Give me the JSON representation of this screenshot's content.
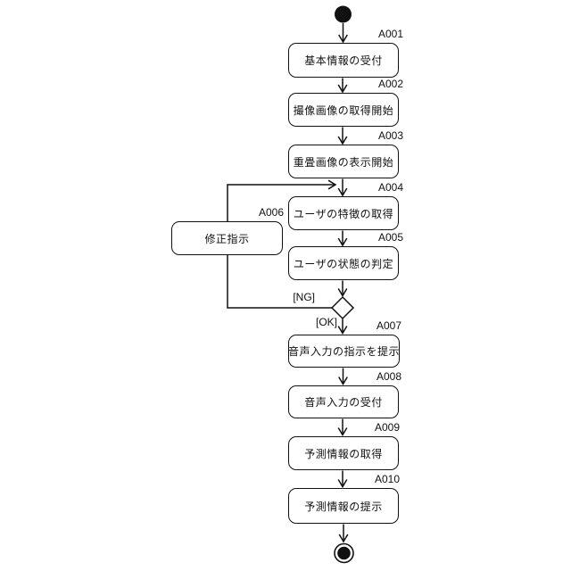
{
  "diagram": {
    "type": "activity-flowchart",
    "colors": {
      "line": "#111111",
      "box_fill": "#ffffff",
      "terminal_fill": "#111111",
      "background": "#ffffff"
    },
    "nodes": [
      {
        "id": "A001",
        "label": "基本情報の受付"
      },
      {
        "id": "A002",
        "label": "撮像画像の取得開始"
      },
      {
        "id": "A003",
        "label": "重畳画像の表示開始"
      },
      {
        "id": "A004",
        "label": "ユーザの特徴の取得"
      },
      {
        "id": "A005",
        "label": "ユーザの状態の判定"
      },
      {
        "id": "A006",
        "label": "修正指示"
      },
      {
        "id": "A007",
        "label": "音声入力の指示を提示"
      },
      {
        "id": "A008",
        "label": "音声入力の受付"
      },
      {
        "id": "A009",
        "label": "予測情報の取得"
      },
      {
        "id": "A010",
        "label": "予測情報の提示"
      }
    ],
    "decision": {
      "branch_ng": "[NG]",
      "branch_ok": "[OK]"
    },
    "terminals": {
      "start": "start-node",
      "end": "end-node"
    }
  }
}
